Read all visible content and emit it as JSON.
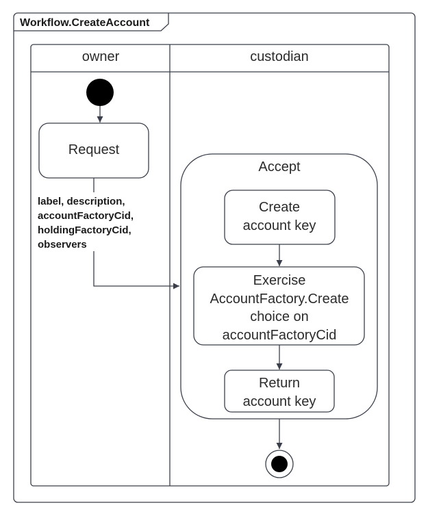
{
  "frame": {
    "title": "Workflow.CreateAccount"
  },
  "lanes": [
    {
      "name": "owner"
    },
    {
      "name": "custodian"
    }
  ],
  "nodes": {
    "request": {
      "label": "Request"
    },
    "accept": {
      "label": "Accept"
    },
    "create_key": {
      "lines": [
        "Create",
        "account key"
      ]
    },
    "exercise": {
      "lines": [
        "Exercise",
        "AccountFactory.Create",
        "choice on",
        "accountFactoryCid"
      ]
    },
    "return_key": {
      "lines": [
        "Return",
        "account key"
      ]
    }
  },
  "edges": {
    "request_to_accept": {
      "label_lines": [
        "label, description,",
        "accountFactoryCid,",
        "holdingFactoryCid,",
        "observers"
      ]
    }
  },
  "colors": {
    "stroke": "#3a3f4b",
    "fill": "#000000",
    "text": "#2b2b2b"
  }
}
